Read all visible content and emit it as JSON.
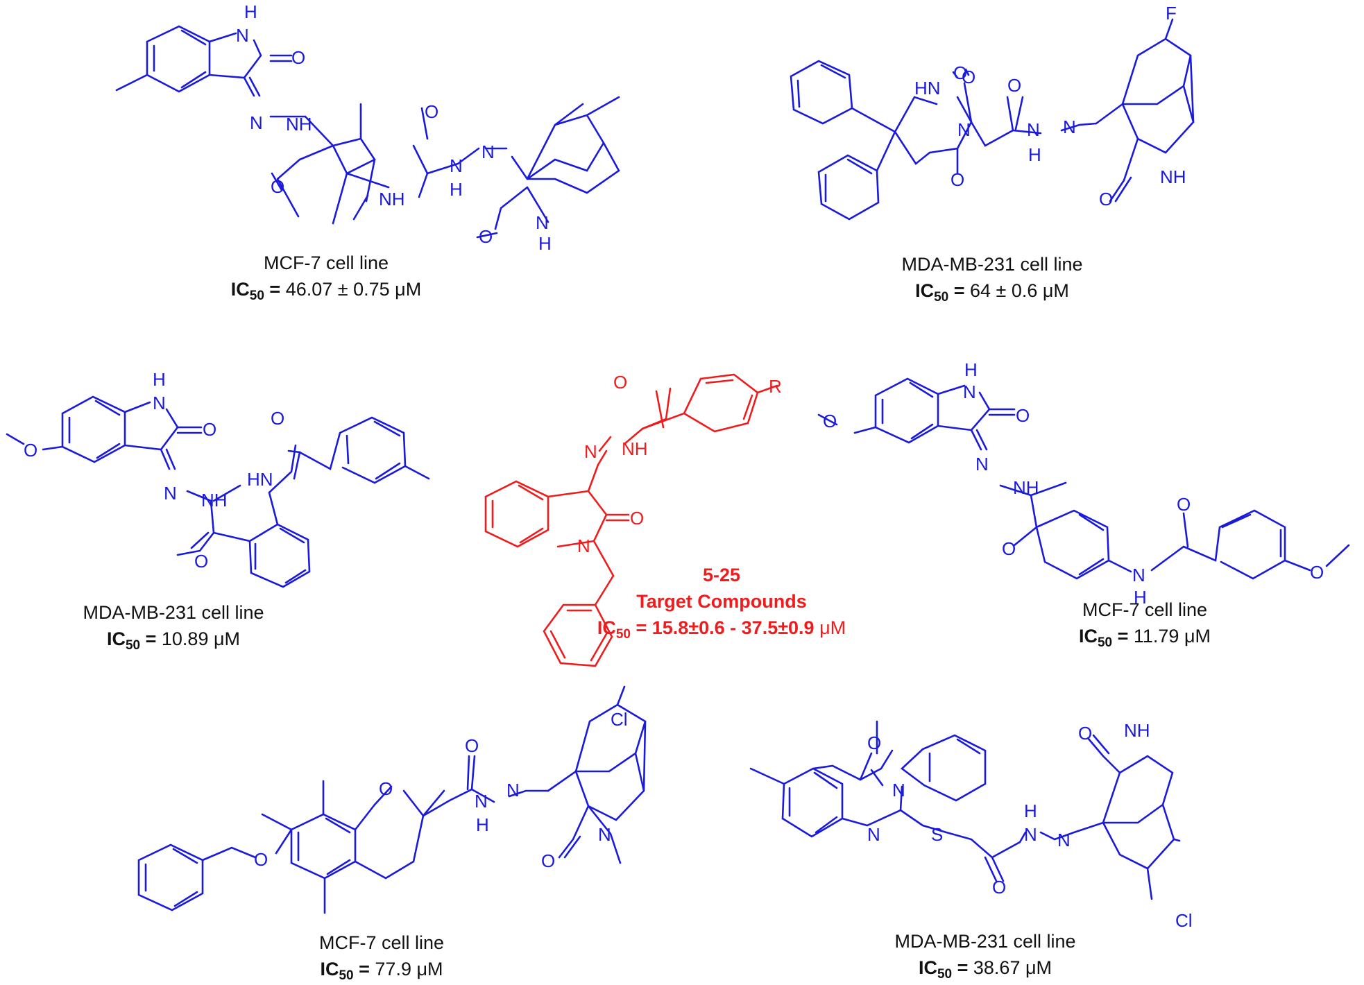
{
  "colors": {
    "reference_compounds": "#1a1adb",
    "target_compounds": "#ee1c1c"
  },
  "atom_labels": {
    "N": "N",
    "NH": "NH",
    "HN": "HN",
    "H": "H",
    "O": "O",
    "S": "S",
    "F": "F",
    "Cl": "Cl",
    "R": "R"
  },
  "compounds": [
    {
      "cell_line": "MCF-7 cell line",
      "ic50_label": "IC",
      "ic50_sub": "50",
      "ic50_eq": " = ",
      "ic50_value": "46.07 ± 0.75 μM"
    },
    {
      "cell_line": "MDA-MB-231 cell line",
      "ic50_label": "IC",
      "ic50_sub": "50",
      "ic50_eq": " = ",
      "ic50_value": "64 ± 0.6 μM"
    },
    {
      "cell_line": "MDA-MB-231 cell line",
      "ic50_label": "IC",
      "ic50_sub": "50",
      "ic50_eq": " = ",
      "ic50_value": "10.89 μM"
    },
    {
      "cell_line": "MCF-7 cell line",
      "ic50_label": "IC",
      "ic50_sub": "50",
      "ic50_eq": " = ",
      "ic50_value": "11.79 μM"
    },
    {
      "cell_line": "MCF-7 cell line",
      "ic50_label": "IC",
      "ic50_sub": "50",
      "ic50_eq": " = ",
      "ic50_value": "77.9 μM"
    },
    {
      "cell_line": "MDA-MB-231 cell line",
      "ic50_label": "IC",
      "ic50_sub": "50",
      "ic50_eq": " = ",
      "ic50_value": "38.67 μM"
    }
  ],
  "target": {
    "number": "5-25",
    "title": "Target Compounds",
    "ic50_label": "IC",
    "ic50_sub": "50",
    "ic50_range": " = 15.8±0.6 - 37.5±0.9 ",
    "ic50_unit": "μM"
  }
}
